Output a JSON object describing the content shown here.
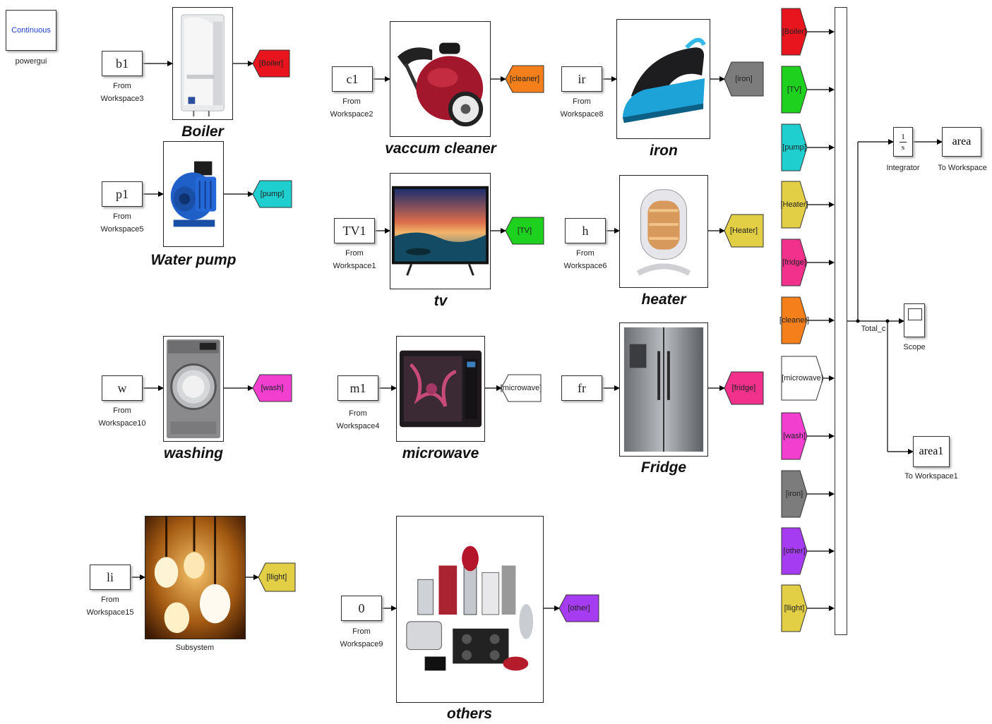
{
  "powergui": {
    "label": "Continuous",
    "caption": "powergui"
  },
  "sources": [
    {
      "id": "b1",
      "caption": "From\nWorkspace3"
    },
    {
      "id": "p1",
      "caption": "From\nWorkspace5"
    },
    {
      "id": "w",
      "caption": "From\nWorkspace10"
    },
    {
      "id": "li",
      "caption": "From\nWorkspace15"
    },
    {
      "id": "c1",
      "caption": "From\nWorkspace2"
    },
    {
      "id": "TV1",
      "caption": "From\nWorkspace1"
    },
    {
      "id": "m1",
      "caption": "From\nWorkspace4"
    },
    {
      "id": "0",
      "caption": "From\nWorkspace9"
    },
    {
      "id": "ir",
      "caption": "From\nWorkspace8"
    },
    {
      "id": "h",
      "caption": "From\nWorkspace6"
    },
    {
      "id": "fr",
      "caption": ""
    }
  ],
  "appliances": {
    "boiler": "Boiler",
    "pump": "Water pump",
    "washing": "washing",
    "subsystem": "Subsystem",
    "cleaner": "vaccum cleaner",
    "tv": "tv",
    "microwave": "microwave",
    "others": "others",
    "iron": "iron",
    "heater": "heater",
    "fridge": "Fridge"
  },
  "goto_tags": [
    {
      "label": "[Boiler]",
      "color": "#e8141e"
    },
    {
      "label": "[pump]",
      "color": "#1fcfd0"
    },
    {
      "label": "[wash]",
      "color": "#f23fcf"
    },
    {
      "label": "[llight]",
      "color": "#e2cf46"
    },
    {
      "label": "[cleaner]",
      "color": "#f57f1b"
    },
    {
      "label": "[TV]",
      "color": "#1ed11e"
    },
    {
      "label": "[microwave]",
      "color": "#ffffff"
    },
    {
      "label": "[other]",
      "color": "#a63cf2"
    },
    {
      "label": "[iron]",
      "color": "#7c7c7c"
    },
    {
      "label": "[Heater]",
      "color": "#e2cf46"
    },
    {
      "label": "[fridge]",
      "color": "#f2318c"
    }
  ],
  "from_tags": [
    {
      "label": "[Boiler]",
      "color": "#e8141e"
    },
    {
      "label": "[TV]",
      "color": "#1ed11e"
    },
    {
      "label": "[pump]",
      "color": "#1fcfd0"
    },
    {
      "label": "[Heater]",
      "color": "#e2cf46"
    },
    {
      "label": "[fridge]",
      "color": "#f2318c"
    },
    {
      "label": "[cleaner]",
      "color": "#f57f1b"
    },
    {
      "label": "[microwave]",
      "color": "#ffffff"
    },
    {
      "label": "[wash]",
      "color": "#f23fcf"
    },
    {
      "label": "[iron]",
      "color": "#7c7c7c"
    },
    {
      "label": "[other]",
      "color": "#a63cf2"
    },
    {
      "label": "[llight]",
      "color": "#e2cf46"
    }
  ],
  "signal_label": "Total_c",
  "integrator": {
    "num": "1",
    "den": "s",
    "caption": "Integrator"
  },
  "to_workspace": {
    "value": "area",
    "caption": "To Workspace"
  },
  "to_workspace1": {
    "value": "area1",
    "caption": "To Workspace1"
  },
  "scope": {
    "caption": "Scope"
  }
}
